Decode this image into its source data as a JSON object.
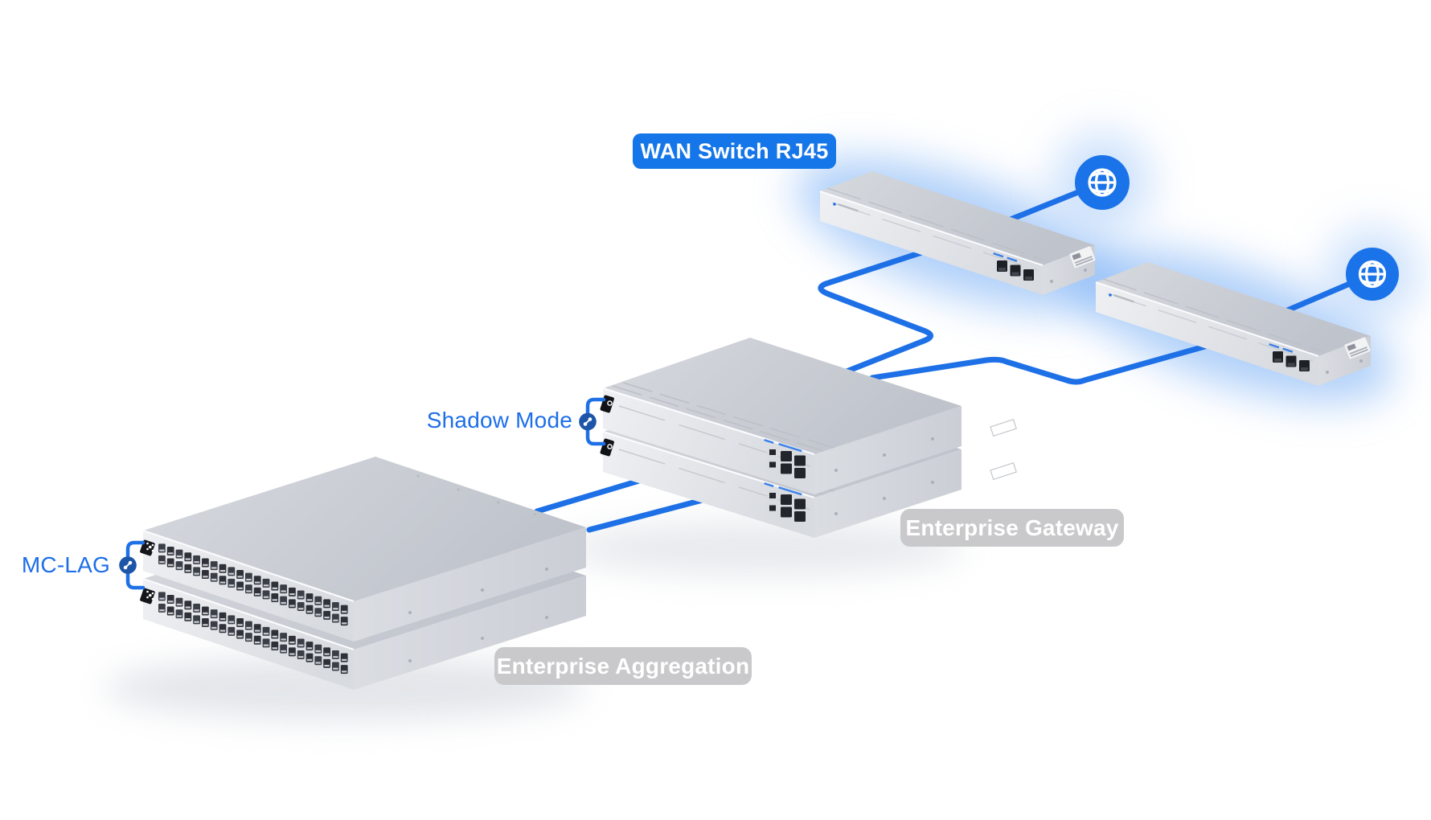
{
  "scene": {
    "wan_badge": "WAN Switch RJ45",
    "shadow_mode_label": "Shadow Mode",
    "mc_lag_label": "MC-LAG",
    "gateway_badge": "Enterprise Gateway",
    "aggregation_badge": "Enterprise Aggregation"
  },
  "devices": {
    "wan_switches_count": 2,
    "enterprise_gateways_count": 2,
    "aggregation_switches_count": 2,
    "internet_globe_count": 2,
    "wan_switch_visible_ports": "3x RJ45",
    "gateway_visible_ports": "2x RJ45 + 4x SFP",
    "aggregation_visible_ports": "2 rows SFP cages"
  },
  "colors": {
    "badge_blue": "#1476e8",
    "badge_gray": "#c9c9cb",
    "label_blue": "#1d6ee8",
    "line_blue": "#1e70e6",
    "globe_blue": "#1a73e8",
    "link_node_blue": "#1d55a8",
    "glow_blue": "#6ea9f4"
  }
}
